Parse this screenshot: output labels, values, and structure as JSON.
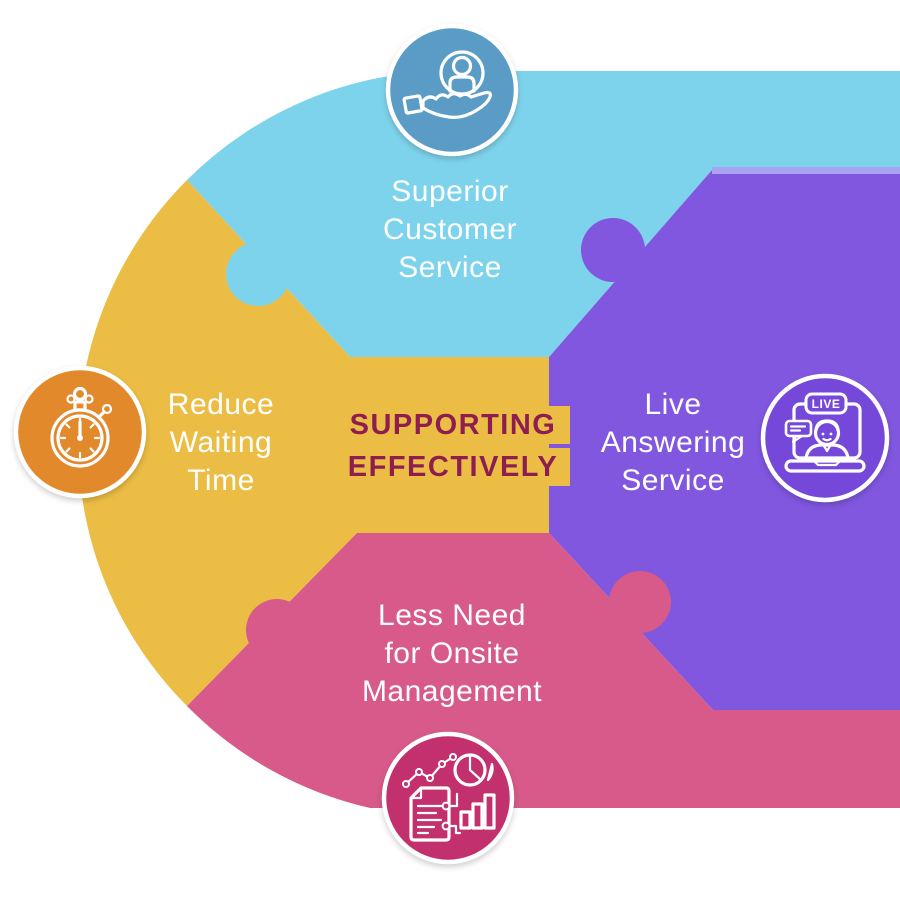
{
  "title": {
    "line1": "SUPPORTING",
    "line2": "EFFECTIVELY"
  },
  "pieces": {
    "top": {
      "label": "Superior\nCustomer\nService",
      "color": "#7ed3ec",
      "icon": "customer-care-icon",
      "icon_circle_color": "#5a9cc5"
    },
    "right": {
      "label": "Live\nAnswering\nService",
      "color": "#8157e0",
      "icon": "live-answering-icon",
      "icon_circle_color": "#7648d9",
      "icon_badge": "LIVE"
    },
    "left": {
      "label": "Reduce\nWaiting\nTime",
      "color": "#ecbd44",
      "icon": "stopwatch-icon",
      "icon_circle_color": "#e2892c"
    },
    "bottom": {
      "label": "Less Need\nfor Onsite\nManagement",
      "color": "#d85a8a",
      "icon": "analytics-icon",
      "icon_circle_color": "#c2306e"
    }
  },
  "colors": {
    "background": "#ffffff",
    "title_text": "#8e1e50",
    "title_highlight": "#ecbd44",
    "label_text": "#ffffff",
    "purple_top_strip": "#a9a2f0",
    "icon_stroke": "#ffffff"
  }
}
